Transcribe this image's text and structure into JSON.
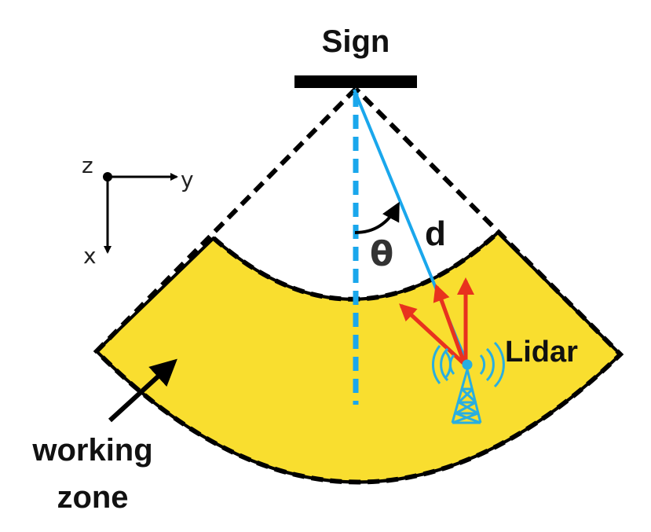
{
  "labels": {
    "sign": "Sign",
    "d": "d",
    "theta": "θ",
    "lidar": "Lidar",
    "working_zone_line1": "working",
    "working_zone_line2": "zone"
  },
  "axes": {
    "origin": "z",
    "horizontal": "y",
    "vertical": "x"
  },
  "colors": {
    "working_zone_fill": "#f9de2f",
    "distance_line": "#1aa7ec",
    "center_line": "#1aa7ec",
    "signal_arrows": "#e8321e",
    "lidar_icon": "#29aee0",
    "outline": "#000000"
  },
  "icons": [
    "lidar-tower-icon",
    "axis-origin-dot-icon"
  ]
}
